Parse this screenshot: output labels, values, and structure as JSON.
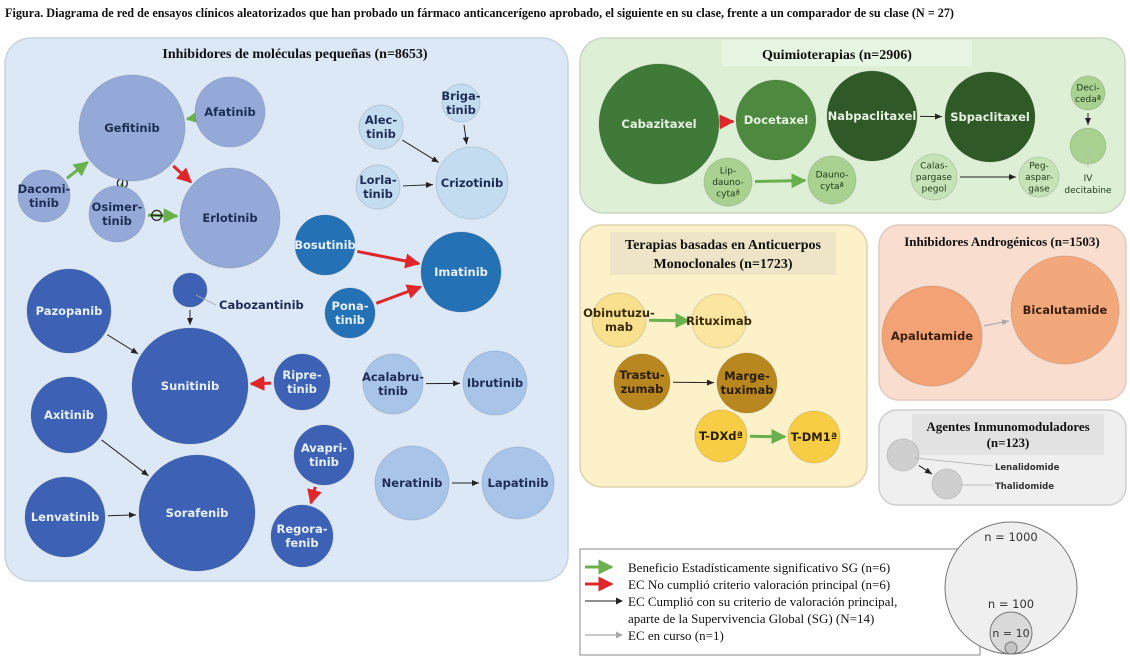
{
  "figure_title": "Figura. Diagrama de red de ensayos clínicos aleatorizados que han probado un fármaco anticancerígeno aprobado, el siguiente en su clase, frente a un comparador de su clase (N = 27)",
  "groups": {
    "small_molecules": {
      "title": "Inhibidores de moléculas pequeñas (n=8653)",
      "color": "#dce8f6"
    },
    "chemo": {
      "title": "Quimioterapias (n=2906)",
      "color": "#ddefd5"
    },
    "antibodies": {
      "title_lines": [
        "Terapias basadas en Anticuerpos",
        "Monoclonales (n=1723)"
      ],
      "color": "#fcf1c8"
    },
    "androgen": {
      "title": "Inhibidores Androgénicos (n=1503)",
      "color": "#f9ddcf"
    },
    "immuno": {
      "title_lines": [
        "Agentes Inmunomoduladores",
        "(n=123)"
      ],
      "color": "#efefef"
    }
  },
  "nodes": [
    {
      "id": "gefitinib",
      "lines": [
        "Gefitinib"
      ],
      "fill": "#94a9d8",
      "text": "#1f2d55"
    },
    {
      "id": "afatinib",
      "lines": [
        "Afatinib"
      ],
      "fill": "#94a9d8",
      "text": "#1f2d55"
    },
    {
      "id": "dacomitinib",
      "lines": [
        "Dacomi-",
        "tinib"
      ],
      "fill": "#94a9d8",
      "text": "#1f2d55"
    },
    {
      "id": "osimertinib",
      "lines": [
        "Osimer-",
        "tinib"
      ],
      "fill": "#94a9d8",
      "text": "#1f2d55"
    },
    {
      "id": "erlotinib",
      "lines": [
        "Erlotinib"
      ],
      "fill": "#94a9d8",
      "text": "#1f2d55"
    },
    {
      "id": "alectinib",
      "lines": [
        "Alec-",
        "tinib"
      ],
      "fill": "#c4dcf0",
      "text": "#1f2d55"
    },
    {
      "id": "brigatinib",
      "lines": [
        "Briga-",
        "tinib"
      ],
      "fill": "#c4dcf0",
      "text": "#1f2d55"
    },
    {
      "id": "lorlatinib",
      "lines": [
        "Lorla-",
        "tinib"
      ],
      "fill": "#c4dcf0",
      "text": "#1f2d55"
    },
    {
      "id": "crizotinib",
      "lines": [
        "Crizotinib"
      ],
      "fill": "#c4dcf0",
      "text": "#1f2d55"
    },
    {
      "id": "bosutinib",
      "lines": [
        "Bosutinib"
      ],
      "fill": "#2571b6",
      "text": "#e8f0fb"
    },
    {
      "id": "imatinib",
      "lines": [
        "Imatinib"
      ],
      "fill": "#2571b6",
      "text": "#e8f0fb"
    },
    {
      "id": "ponatinib",
      "lines": [
        "Pona-",
        "tinib"
      ],
      "fill": "#2571b6",
      "text": "#e8f0fb"
    },
    {
      "id": "pazopanib",
      "lines": [
        "Pazopanib"
      ],
      "fill": "#3d62b5",
      "text": "#e8f0fb"
    },
    {
      "id": "cabozantinib",
      "lines": [],
      "fill": "#3d62b5",
      "text": "#e8f0fb"
    },
    {
      "id": "sunitinib",
      "lines": [
        "Sunitinib"
      ],
      "fill": "#3d62b5",
      "text": "#e8f0fb"
    },
    {
      "id": "ripretinib",
      "lines": [
        "Ripre-",
        "tinib"
      ],
      "fill": "#3d62b5",
      "text": "#e8f0fb"
    },
    {
      "id": "axitinib",
      "lines": [
        "Axitinib"
      ],
      "fill": "#3d62b5",
      "text": "#e8f0fb"
    },
    {
      "id": "sorafenib",
      "lines": [
        "Sorafenib"
      ],
      "fill": "#3d62b5",
      "text": "#e8f0fb"
    },
    {
      "id": "lenvatinib",
      "lines": [
        "Lenvatinib"
      ],
      "fill": "#3d62b5",
      "text": "#e8f0fb"
    },
    {
      "id": "avapritinib",
      "lines": [
        "Avapri-",
        "tinib"
      ],
      "fill": "#3d62b5",
      "text": "#e8f0fb"
    },
    {
      "id": "regorafenib",
      "lines": [
        "Regora-",
        "fenib"
      ],
      "fill": "#3d62b5",
      "text": "#e8f0fb"
    },
    {
      "id": "acalabrutinib",
      "lines": [
        "Acalabru-",
        "tinib"
      ],
      "fill": "#a9c4e9",
      "text": "#1f2d55"
    },
    {
      "id": "ibrutinib",
      "lines": [
        "Ibrutinib"
      ],
      "fill": "#a9c4e9",
      "text": "#1f2d55"
    },
    {
      "id": "neratinib",
      "lines": [
        "Neratinib"
      ],
      "fill": "#a9c4e9",
      "text": "#1f2d55"
    },
    {
      "id": "lapatinib",
      "lines": [
        "Lapatinib"
      ],
      "fill": "#a9c4e9",
      "text": "#1f2d55"
    },
    {
      "id": "cabazitaxel",
      "lines": [
        "Cabazitaxel"
      ],
      "fill": "#3f7a38",
      "text": "#e6f1e2"
    },
    {
      "id": "docetaxel",
      "lines": [
        "Docetaxel"
      ],
      "fill": "#4d8a40",
      "text": "#e6f1e2"
    },
    {
      "id": "nabpaclitaxel",
      "lines": [
        "Nabpaclitaxel"
      ],
      "fill": "#2f5a27",
      "text": "#e6f1e2"
    },
    {
      "id": "sbpaclitaxel",
      "lines": [
        "Sbpaclitaxel"
      ],
      "fill": "#2f5a27",
      "text": "#e6f1e2"
    },
    {
      "id": "lipdaunocyta",
      "lines": [
        "Lip-",
        "dauno-",
        "cytaª"
      ],
      "fill": "#a9d190",
      "text": "#1e3a18",
      "small": true
    },
    {
      "id": "daunocyta",
      "lines": [
        "Dauno-",
        "cytaª"
      ],
      "fill": "#a9d190",
      "text": "#1e3a18",
      "small": true
    },
    {
      "id": "calaspargase",
      "lines": [
        "Calas-",
        "pargase",
        "pegol"
      ],
      "fill": "#c6e3b8",
      "text": "#1e3a18",
      "small": true
    },
    {
      "id": "pegaspargase",
      "lines": [
        "Peg-",
        "aspar-",
        "gase"
      ],
      "fill": "#c6e3b8",
      "text": "#1e3a18",
      "small": true
    },
    {
      "id": "decicedaa",
      "lines": [
        "Deci-",
        "cedaª"
      ],
      "fill": "#a9d190",
      "text": "#1e3a18",
      "small": true
    },
    {
      "id": "ivdecitabine",
      "lines": [],
      "fill": "#a9d190",
      "text": "#1e3a18"
    },
    {
      "id": "obinutuzumab",
      "lines": [
        "Obinutuzu-",
        "mab"
      ],
      "fill": "#f9e08f",
      "text": "#3a2c08"
    },
    {
      "id": "rituximab",
      "lines": [
        "Rituximab"
      ],
      "fill": "#fbe6a0",
      "text": "#3a2c08"
    },
    {
      "id": "trastuzumab",
      "lines": [
        "Trastu-",
        "zumab"
      ],
      "fill": "#b9871f",
      "text": "#2a1d05"
    },
    {
      "id": "margetuximab",
      "lines": [
        "Marge-",
        "tuximab"
      ],
      "fill": "#b9871f",
      "text": "#2a1d05"
    },
    {
      "id": "tdxd",
      "lines": [
        "T-DXdª"
      ],
      "fill": "#f7cd45",
      "text": "#2a1d05"
    },
    {
      "id": "tdm1",
      "lines": [
        "T-DM1ª"
      ],
      "fill": "#f7cd45",
      "text": "#2a1d05"
    },
    {
      "id": "apalutamide",
      "lines": [
        "Apalutamide"
      ],
      "fill": "#f2a274",
      "text": "#3a1e0e"
    },
    {
      "id": "bicalutamide",
      "lines": [
        "Bicalutamide"
      ],
      "fill": "#f3a87c",
      "text": "#3a1e0e"
    },
    {
      "id": "lenalidomide",
      "lines": [],
      "fill": "#cfcfcf",
      "text": "#333"
    },
    {
      "id": "thalidomide",
      "lines": [],
      "fill": "#cfcfcf",
      "text": "#333"
    }
  ],
  "external_labels": {
    "cabozantinib": "Cabozantinib",
    "ivdecitabine": [
      "IV",
      "decitabine"
    ],
    "lenalidomide": "Lenalidomide",
    "thalidomide": "Thalidomide"
  },
  "edges": [
    {
      "from": "afatinib",
      "to": "gefitinib",
      "type": "green"
    },
    {
      "from": "dacomitinib",
      "to": "gefitinib",
      "type": "green"
    },
    {
      "from": "osimertinib",
      "to": "gefitinib",
      "type": "green",
      "null_symbol": true
    },
    {
      "from": "osimertinib",
      "to": "erlotinib",
      "type": "green",
      "null_symbol": true
    },
    {
      "from": "gefitinib",
      "to": "erlotinib",
      "type": "red"
    },
    {
      "from": "alectinib",
      "to": "crizotinib",
      "type": "black"
    },
    {
      "from": "brigatinib",
      "to": "crizotinib",
      "type": "black"
    },
    {
      "from": "lorlatinib",
      "to": "crizotinib",
      "type": "black"
    },
    {
      "from": "bosutinib",
      "to": "imatinib",
      "type": "red"
    },
    {
      "from": "ponatinib",
      "to": "imatinib",
      "type": "red"
    },
    {
      "from": "pazopanib",
      "to": "sunitinib",
      "type": "black"
    },
    {
      "from": "cabozantinib",
      "to": "sunitinib",
      "type": "black"
    },
    {
      "from": "ripretinib",
      "to": "sunitinib",
      "type": "red"
    },
    {
      "from": "axitinib",
      "to": "sorafenib",
      "type": "black"
    },
    {
      "from": "lenvatinib",
      "to": "sorafenib",
      "type": "black"
    },
    {
      "from": "avapritinib",
      "to": "regorafenib",
      "type": "red"
    },
    {
      "from": "acalabrutinib",
      "to": "ibrutinib",
      "type": "black"
    },
    {
      "from": "neratinib",
      "to": "lapatinib",
      "type": "black"
    },
    {
      "from": "cabazitaxel",
      "to": "docetaxel",
      "type": "red"
    },
    {
      "from": "nabpaclitaxel",
      "to": "sbpaclitaxel",
      "type": "black"
    },
    {
      "from": "lipdaunocyta",
      "to": "daunocyta",
      "type": "green"
    },
    {
      "from": "calaspargase",
      "to": "pegaspargase",
      "type": "black"
    },
    {
      "from": "decicedaa",
      "to": "ivdecitabine",
      "type": "black"
    },
    {
      "from": "obinutuzumab",
      "to": "rituximab",
      "type": "green"
    },
    {
      "from": "trastuzumab",
      "to": "margetuximab",
      "type": "black"
    },
    {
      "from": "tdxd",
      "to": "tdm1",
      "type": "green"
    },
    {
      "from": "apalutamide",
      "to": "bicalutamide",
      "type": "grey"
    },
    {
      "from": "lenalidomide",
      "to": "thalidomide",
      "type": "black"
    }
  ],
  "edge_colors": {
    "green": "#6ab04c",
    "red": "#e0262a",
    "black": "#222222",
    "grey": "#a8a8a8"
  },
  "legend": {
    "items": [
      {
        "type": "green",
        "lines": [
          "Beneficio Estadísticamente significativo SG (n=6)"
        ]
      },
      {
        "type": "red",
        "lines": [
          "EC No cumplió criterio valoración principal (n=6)"
        ]
      },
      {
        "type": "black",
        "lines": [
          "EC Cumplió con su criterio de valoración principal,",
          "aparte de la Supervivencia Global (SG) (N=14)"
        ]
      },
      {
        "type": "grey",
        "lines": [
          "EC en curso (n=1)"
        ]
      }
    ]
  },
  "size_legend": {
    "labels": [
      "n = 1000",
      "n = 100",
      "n = 10"
    ]
  }
}
